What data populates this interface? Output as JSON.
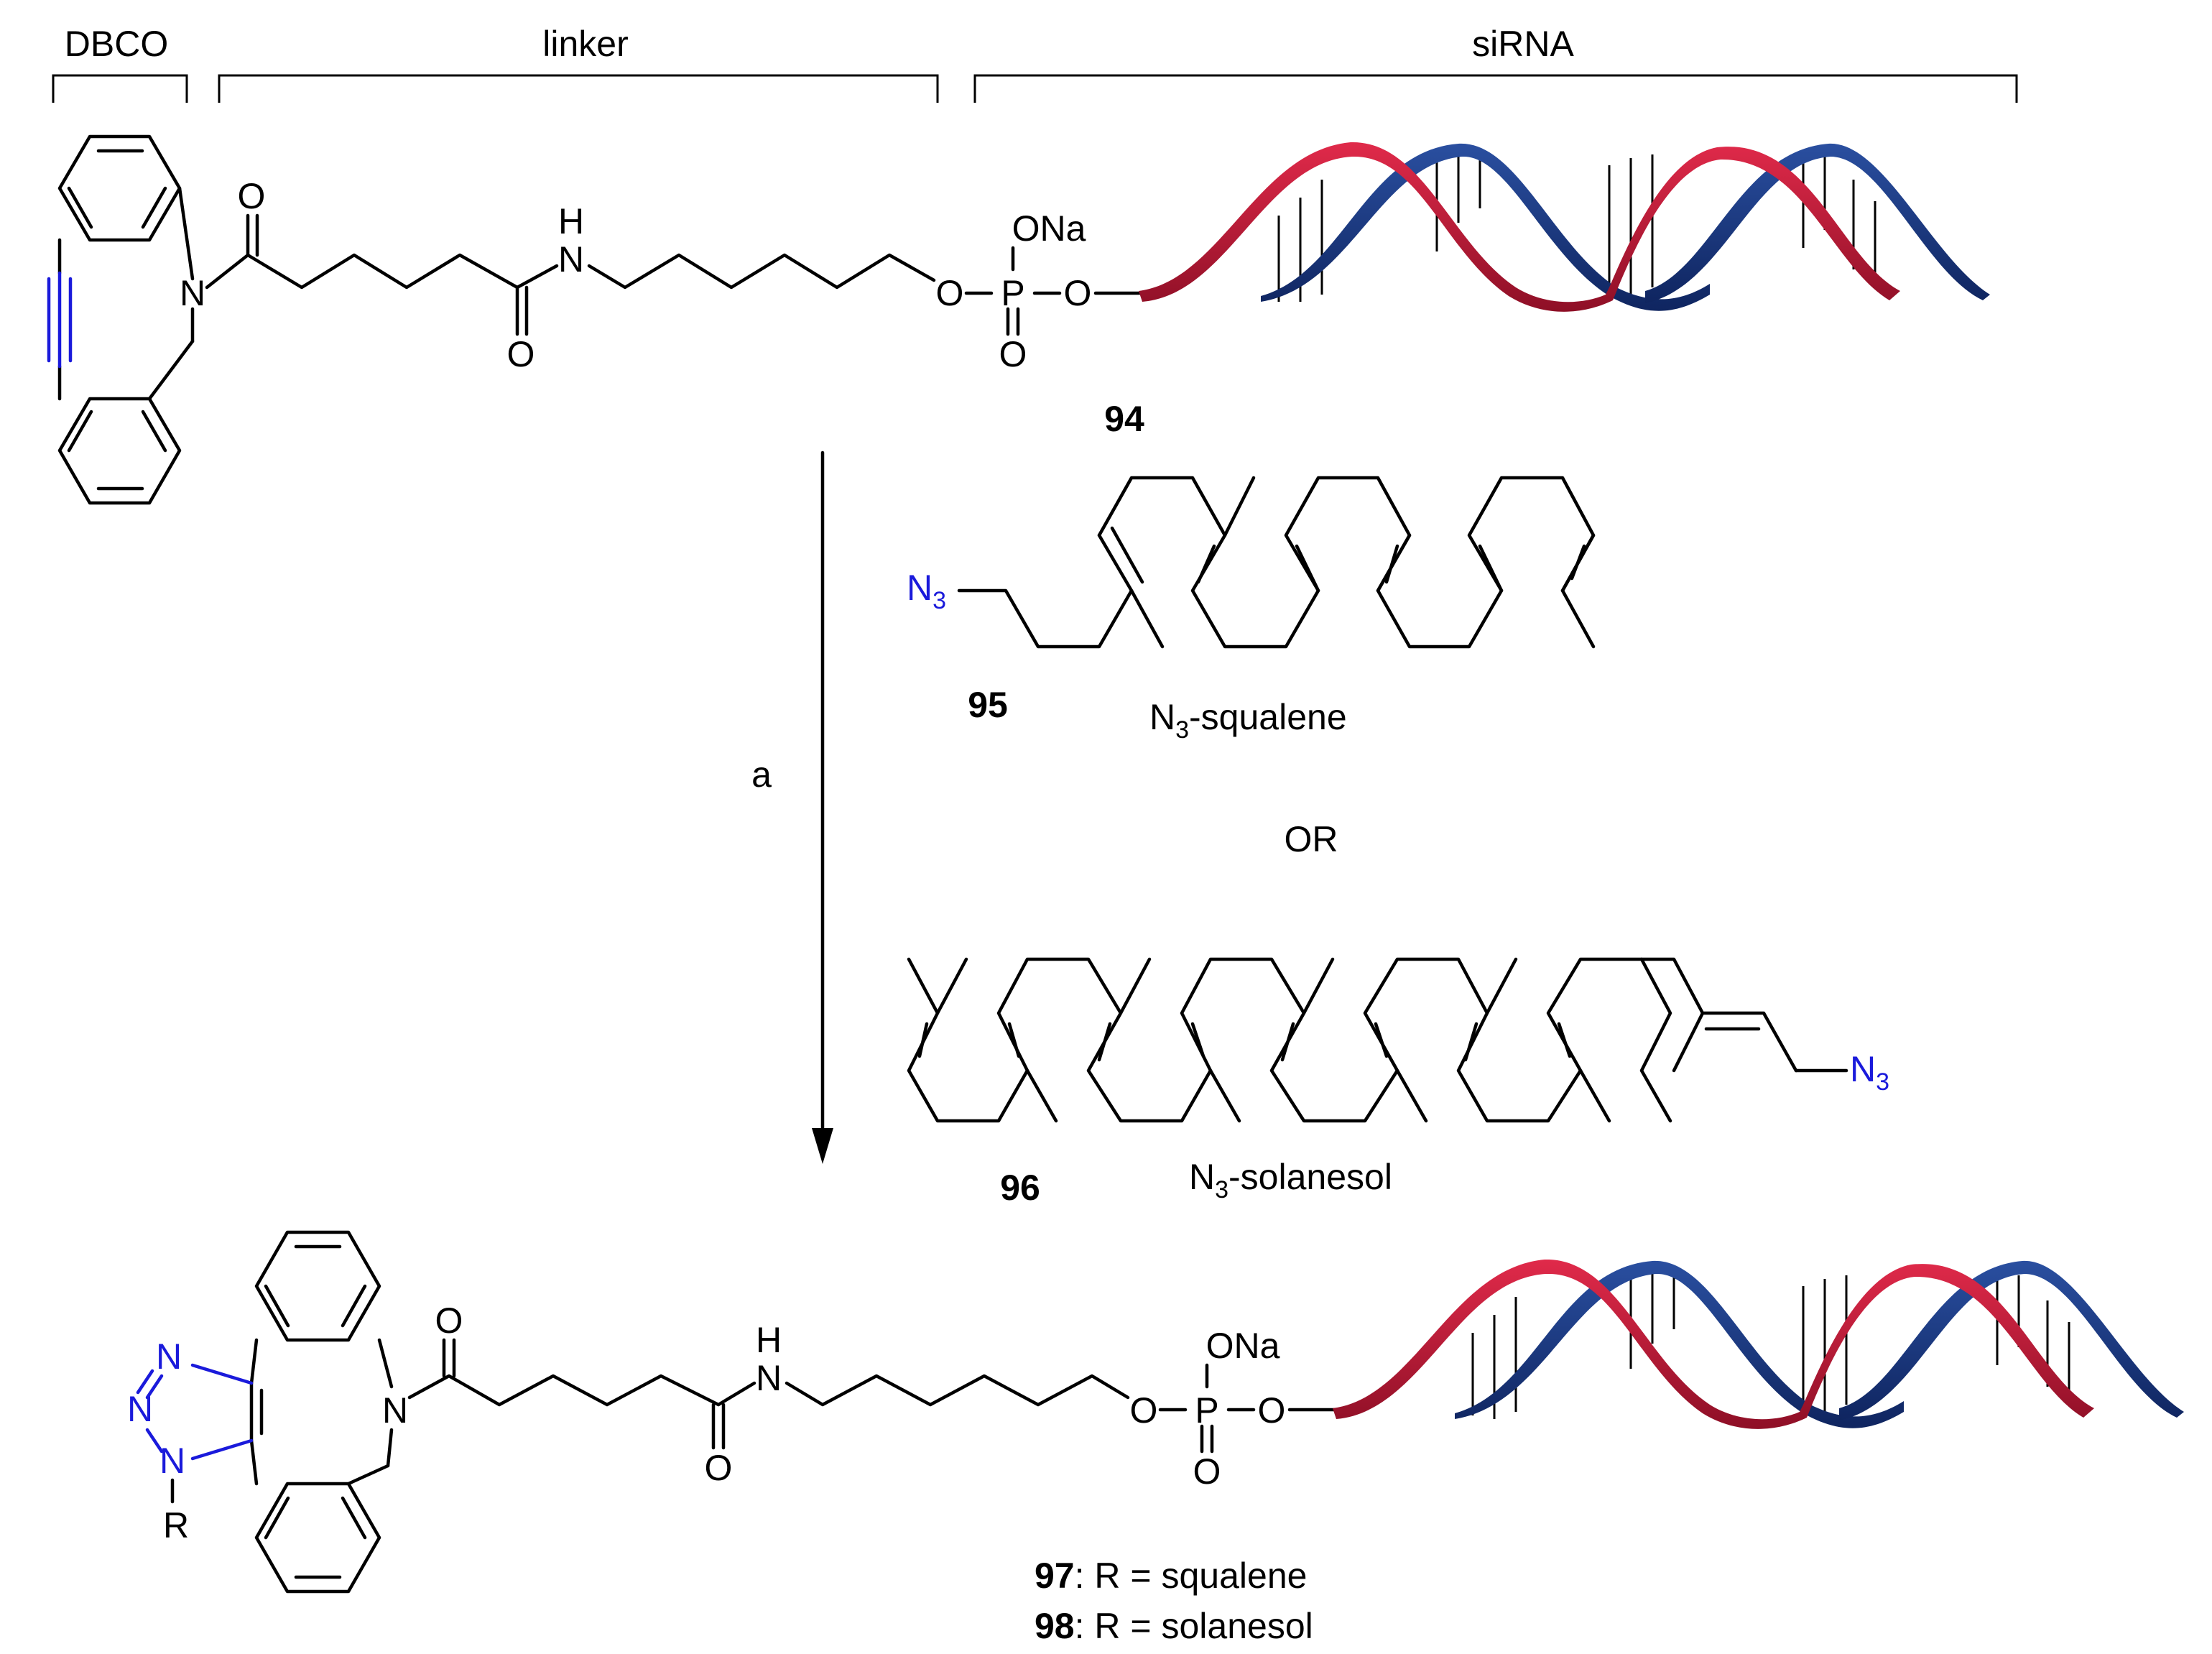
{
  "top_labels": {
    "dbco": "DBCO",
    "linker": "linker",
    "sirna": "siRNA"
  },
  "atoms": {
    "o": "O",
    "n": "N",
    "nh_h": "H",
    "p": "P",
    "ona": "ONa",
    "r": "R"
  },
  "compound_94": "94",
  "compound_95": {
    "number": "95",
    "name_prefix": "N",
    "name_sub": "3",
    "name_suffix": "-squalene"
  },
  "compound_96": {
    "number": "96",
    "name_prefix": "N",
    "name_sub": "3",
    "name_suffix": "-solanesol"
  },
  "azide": {
    "n": "N",
    "sub": "3"
  },
  "or_text": "OR",
  "arrow_label": "a",
  "products": [
    {
      "number": "97",
      "text": ": R = squalene"
    },
    {
      "number": "98",
      "text": ": R = solanesol"
    }
  ],
  "colors": {
    "blue": "#1a1adb",
    "helix_red": "#cf1f3f",
    "helix_red_dark": "#8e0f26",
    "helix_navy": "#1b3a85"
  }
}
